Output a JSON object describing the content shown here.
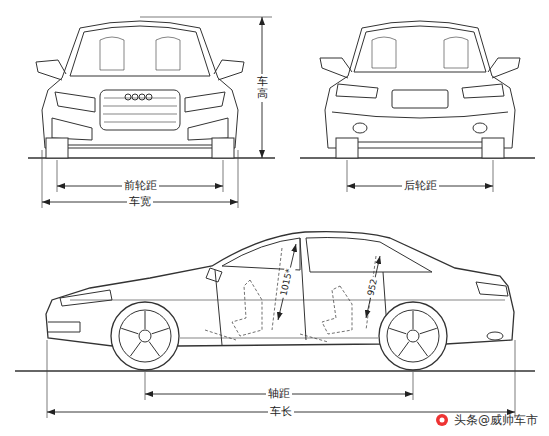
{
  "diagram": {
    "labels": [
      "车高",
      "前轮距",
      "车宽",
      "后轮距",
      "1015*",
      "952",
      "轴距",
      "车长",
      "头条@威帅车市"
    ]
  }
}
